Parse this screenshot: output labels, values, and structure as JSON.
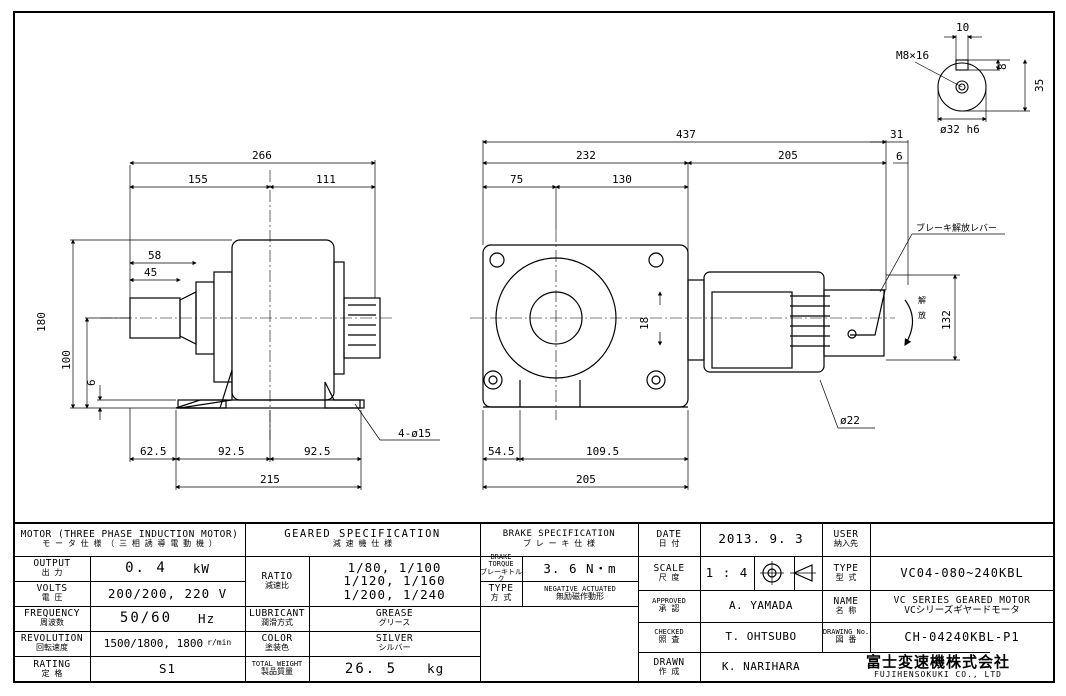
{
  "drawing": {
    "front": {
      "dims": {
        "overall": "266",
        "a": "155",
        "b": "111",
        "shaft1": "58",
        "shaft2": "45",
        "height": "180",
        "center": "100",
        "foot": "6",
        "bottom": [
          "62.5",
          "92.5",
          "92.5"
        ],
        "base": "215",
        "hole": "4-ø15"
      }
    },
    "side": {
      "dims": {
        "overall": "437",
        "a": "232",
        "b": "205",
        "c": "31",
        "d": "6",
        "e": "75",
        "f": "130",
        "bore": "18",
        "height": "132",
        "g": "54.5",
        "h": "109.5",
        "base": "205",
        "dia": "ø22"
      },
      "lever_label": "ブレーキ解放レバー",
      "release_char1": "解",
      "release_char2": "放"
    },
    "shaft_detail": {
      "key": "10",
      "screw": "M8×16",
      "k8": "8",
      "h35": "35",
      "dia": "ø32 h6"
    }
  },
  "title_block": {
    "motor": {
      "title_en": "MOTOR (THREE PHASE INDUCTION MOTOR)",
      "title_jp": "モ ー タ 仕 様 （ 三 相 誘 導 電 動 機 ）"
    },
    "output": {
      "en": "OUTPUT",
      "jp": "出 力",
      "value": "0. 4",
      "unit": "kW"
    },
    "volts": {
      "en": "VOLTS",
      "jp": "電 圧",
      "value": "200/200, 220 V"
    },
    "frequency": {
      "en": "FREQUENCY",
      "jp": "周波数",
      "value": "50/60",
      "unit": "Hz"
    },
    "revolution": {
      "en": "REVOLUTION",
      "jp": "回転速度",
      "value": "1500/1800, 1800",
      "unit": "r/min"
    },
    "rating": {
      "en": "RATING",
      "jp": "定 格",
      "value": "S1"
    },
    "geared": {
      "title_en": "GEARED SPECIFICATION",
      "title_jp": "減 速 機 仕 様"
    },
    "ratio": {
      "en": "RATIO",
      "jp": "減速比",
      "values": [
        "1/80, 1/100",
        "1/120, 1/160",
        "1/200, 1/240"
      ]
    },
    "lubricant": {
      "en": "LUBRICANT",
      "jp": "潤滑方式",
      "value_en": "GREASE",
      "value_jp": "グリース"
    },
    "color": {
      "en": "COLOR",
      "jp": "塗装色",
      "value_en": "SILVER",
      "value_jp": "シルバー"
    },
    "weight": {
      "en": "TOTAL WEIGHT",
      "jp": "製品質量",
      "value": "26. 5",
      "unit": "kg"
    },
    "brake": {
      "title_en": "BRAKE SPECIFICATION",
      "title_jp": "ブ レ ー キ 仕 様"
    },
    "torque": {
      "en": "BRAKE TORQUE",
      "jp": "ブレーキトルク",
      "value": "3. 6  N・m"
    },
    "btype": {
      "en": "TYPE",
      "jp": "方 式",
      "value_en": "NEGATIVE ACTUATED",
      "value_jp": "無励磁作動形"
    },
    "date": {
      "en": "DATE",
      "jp": "日 付",
      "value": "2013. 9. 3"
    },
    "scale": {
      "en": "SCALE",
      "jp": "尺 度",
      "value": "1 : 4"
    },
    "approved": {
      "en": "APPROVED",
      "jp": "承 認",
      "value": "A. YAMADA"
    },
    "checked": {
      "en": "CHECKED",
      "jp": "照 査",
      "value": "T. OHTSUBO"
    },
    "drawn": {
      "en": "DRAWN",
      "jp": "作 成",
      "value": "K. NARIHARA"
    },
    "user": {
      "en": "USER",
      "jp": "納入先",
      "value": ""
    },
    "type": {
      "en": "TYPE",
      "jp": "型 式",
      "value": "VC04-080~240KBL"
    },
    "name": {
      "en": "NAME",
      "jp": "名 称",
      "value_en": "VC SERIES GEARED MOTOR",
      "value_jp": "VCシリーズギヤードモータ"
    },
    "drawing_no": {
      "en": "DRAWING No.",
      "jp": "図 番",
      "value": "CH-04240KBL-P1"
    },
    "company": {
      "jp": "富士変速機株式会社",
      "en": "FUJIHENSOKUKI CO., LTD"
    }
  }
}
